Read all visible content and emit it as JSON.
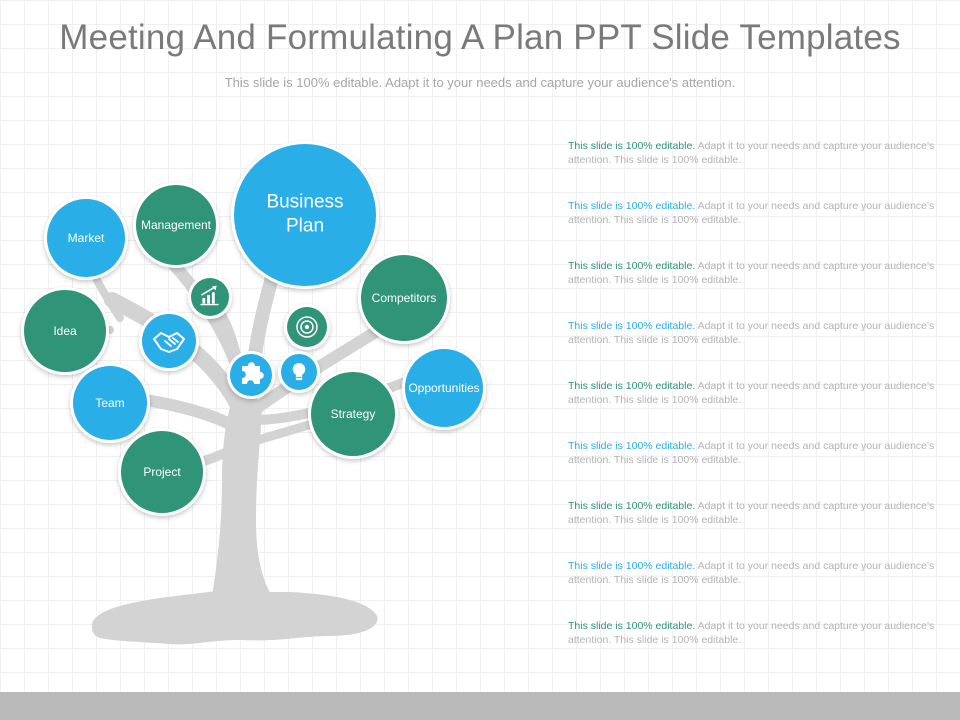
{
  "slide": {
    "title": "Meeting And Formulating A Plan PPT Slide Templates",
    "subtitle": "This slide is 100% editable. Adapt it to your needs and capture your audience's attention."
  },
  "colors": {
    "blue": "#2aaee8",
    "green": "#2f9478",
    "tree": "#d3d3d3",
    "footer": "#b9b9b9"
  },
  "diagram": {
    "nodes": [
      {
        "id": "business-plan",
        "lines": [
          "Business",
          "Plan"
        ],
        "color": "blue"
      },
      {
        "id": "market",
        "lines": [
          "Market"
        ],
        "color": "blue"
      },
      {
        "id": "management",
        "lines": [
          "Management"
        ],
        "color": "green"
      },
      {
        "id": "idea",
        "lines": [
          "Idea"
        ],
        "color": "green"
      },
      {
        "id": "team",
        "lines": [
          "Team"
        ],
        "color": "blue"
      },
      {
        "id": "project",
        "lines": [
          "Project"
        ],
        "color": "green"
      },
      {
        "id": "competitors",
        "lines": [
          "Competitors"
        ],
        "color": "green"
      },
      {
        "id": "opportunities",
        "lines": [
          "Opportunities"
        ],
        "color": "blue"
      },
      {
        "id": "strategy",
        "lines": [
          "Strategy"
        ],
        "color": "green"
      }
    ],
    "icons": [
      {
        "id": "bar-chart-icon",
        "color": "green"
      },
      {
        "id": "handshake-icon",
        "color": "blue"
      },
      {
        "id": "target-icon",
        "color": "green"
      },
      {
        "id": "puzzle-icon",
        "color": "blue"
      },
      {
        "id": "lightbulb-icon",
        "color": "blue"
      }
    ]
  },
  "descriptions": [
    {
      "lead": "This slide is 100% editable.",
      "body": " Adapt it to your needs and capture your audience's attention. This slide is 100% editable.",
      "color": "green"
    },
    {
      "lead": "This slide is 100% editable.",
      "body": " Adapt it to your needs and capture your audience's attention. This slide is 100% editable.",
      "color": "blue"
    },
    {
      "lead": "This slide is 100% editable.",
      "body": " Adapt it to your needs and capture your audience's attention. This slide is 100% editable.",
      "color": "green"
    },
    {
      "lead": "This slide is 100% editable.",
      "body": " Adapt it to your needs and capture your audience's attention. This slide is 100% editable.",
      "color": "blue"
    },
    {
      "lead": "This slide is 100% editable.",
      "body": " Adapt it to your needs and capture your audience's attention. This slide is 100% editable.",
      "color": "green"
    },
    {
      "lead": "This slide is 100% editable.",
      "body": " Adapt it to your needs and capture your audience's attention. This slide is 100% editable.",
      "color": "blue"
    },
    {
      "lead": "This slide is 100% editable.",
      "body": " Adapt it to your needs and capture your audience's attention. This slide is 100% editable.",
      "color": "green"
    },
    {
      "lead": "This slide is 100% editable.",
      "body": " Adapt it to your needs and capture your audience's attention. This slide is 100% editable.",
      "color": "blue"
    },
    {
      "lead": "This slide is 100% editable.",
      "body": " Adapt it to your needs and capture your audience's attention. This slide is 100% editable.",
      "color": "green"
    }
  ]
}
